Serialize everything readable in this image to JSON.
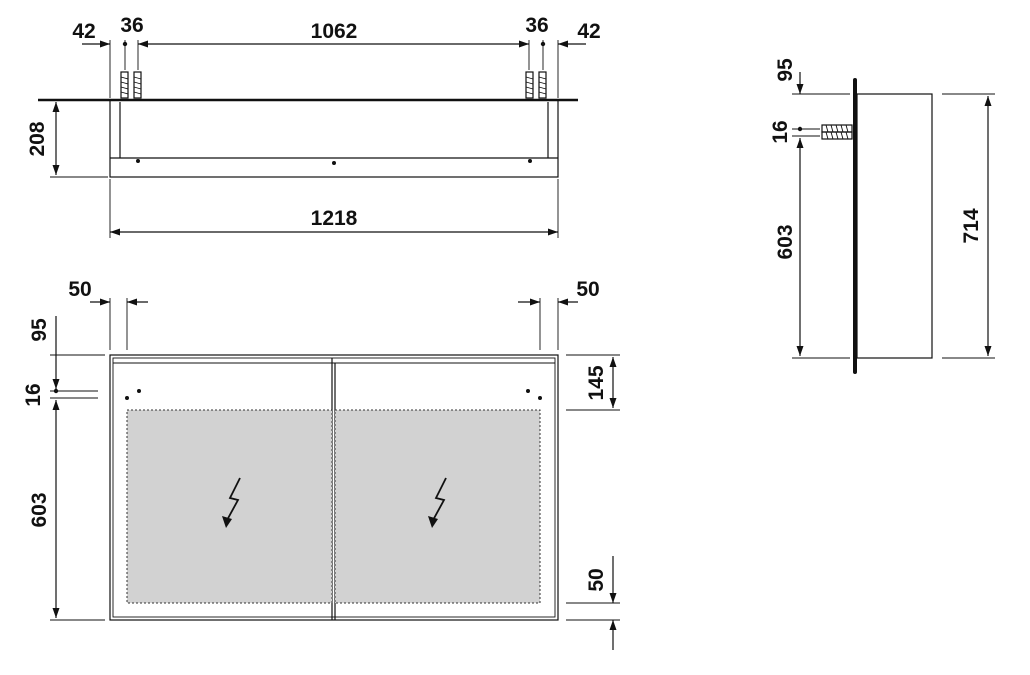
{
  "top_view": {
    "dims": {
      "left_edge": "42",
      "left_anchor": "36",
      "anchor_span": "1062",
      "right_anchor": "36",
      "right_edge": "42",
      "depth": "208",
      "total_width": "1218"
    }
  },
  "front_view": {
    "dims": {
      "left_offset": "50",
      "right_offset": "50",
      "top_to_anchor": "95",
      "anchor_gap": "16",
      "anchor_to_bottom": "603",
      "top_shelf": "145",
      "bottom_margin": "50"
    },
    "icons": [
      "lightning-icon",
      "lightning-icon"
    ]
  },
  "side_view": {
    "dims": {
      "top_to_anchor": "95",
      "anchor_gap": "16",
      "anchor_to_bottom": "603",
      "total_height": "714"
    }
  }
}
